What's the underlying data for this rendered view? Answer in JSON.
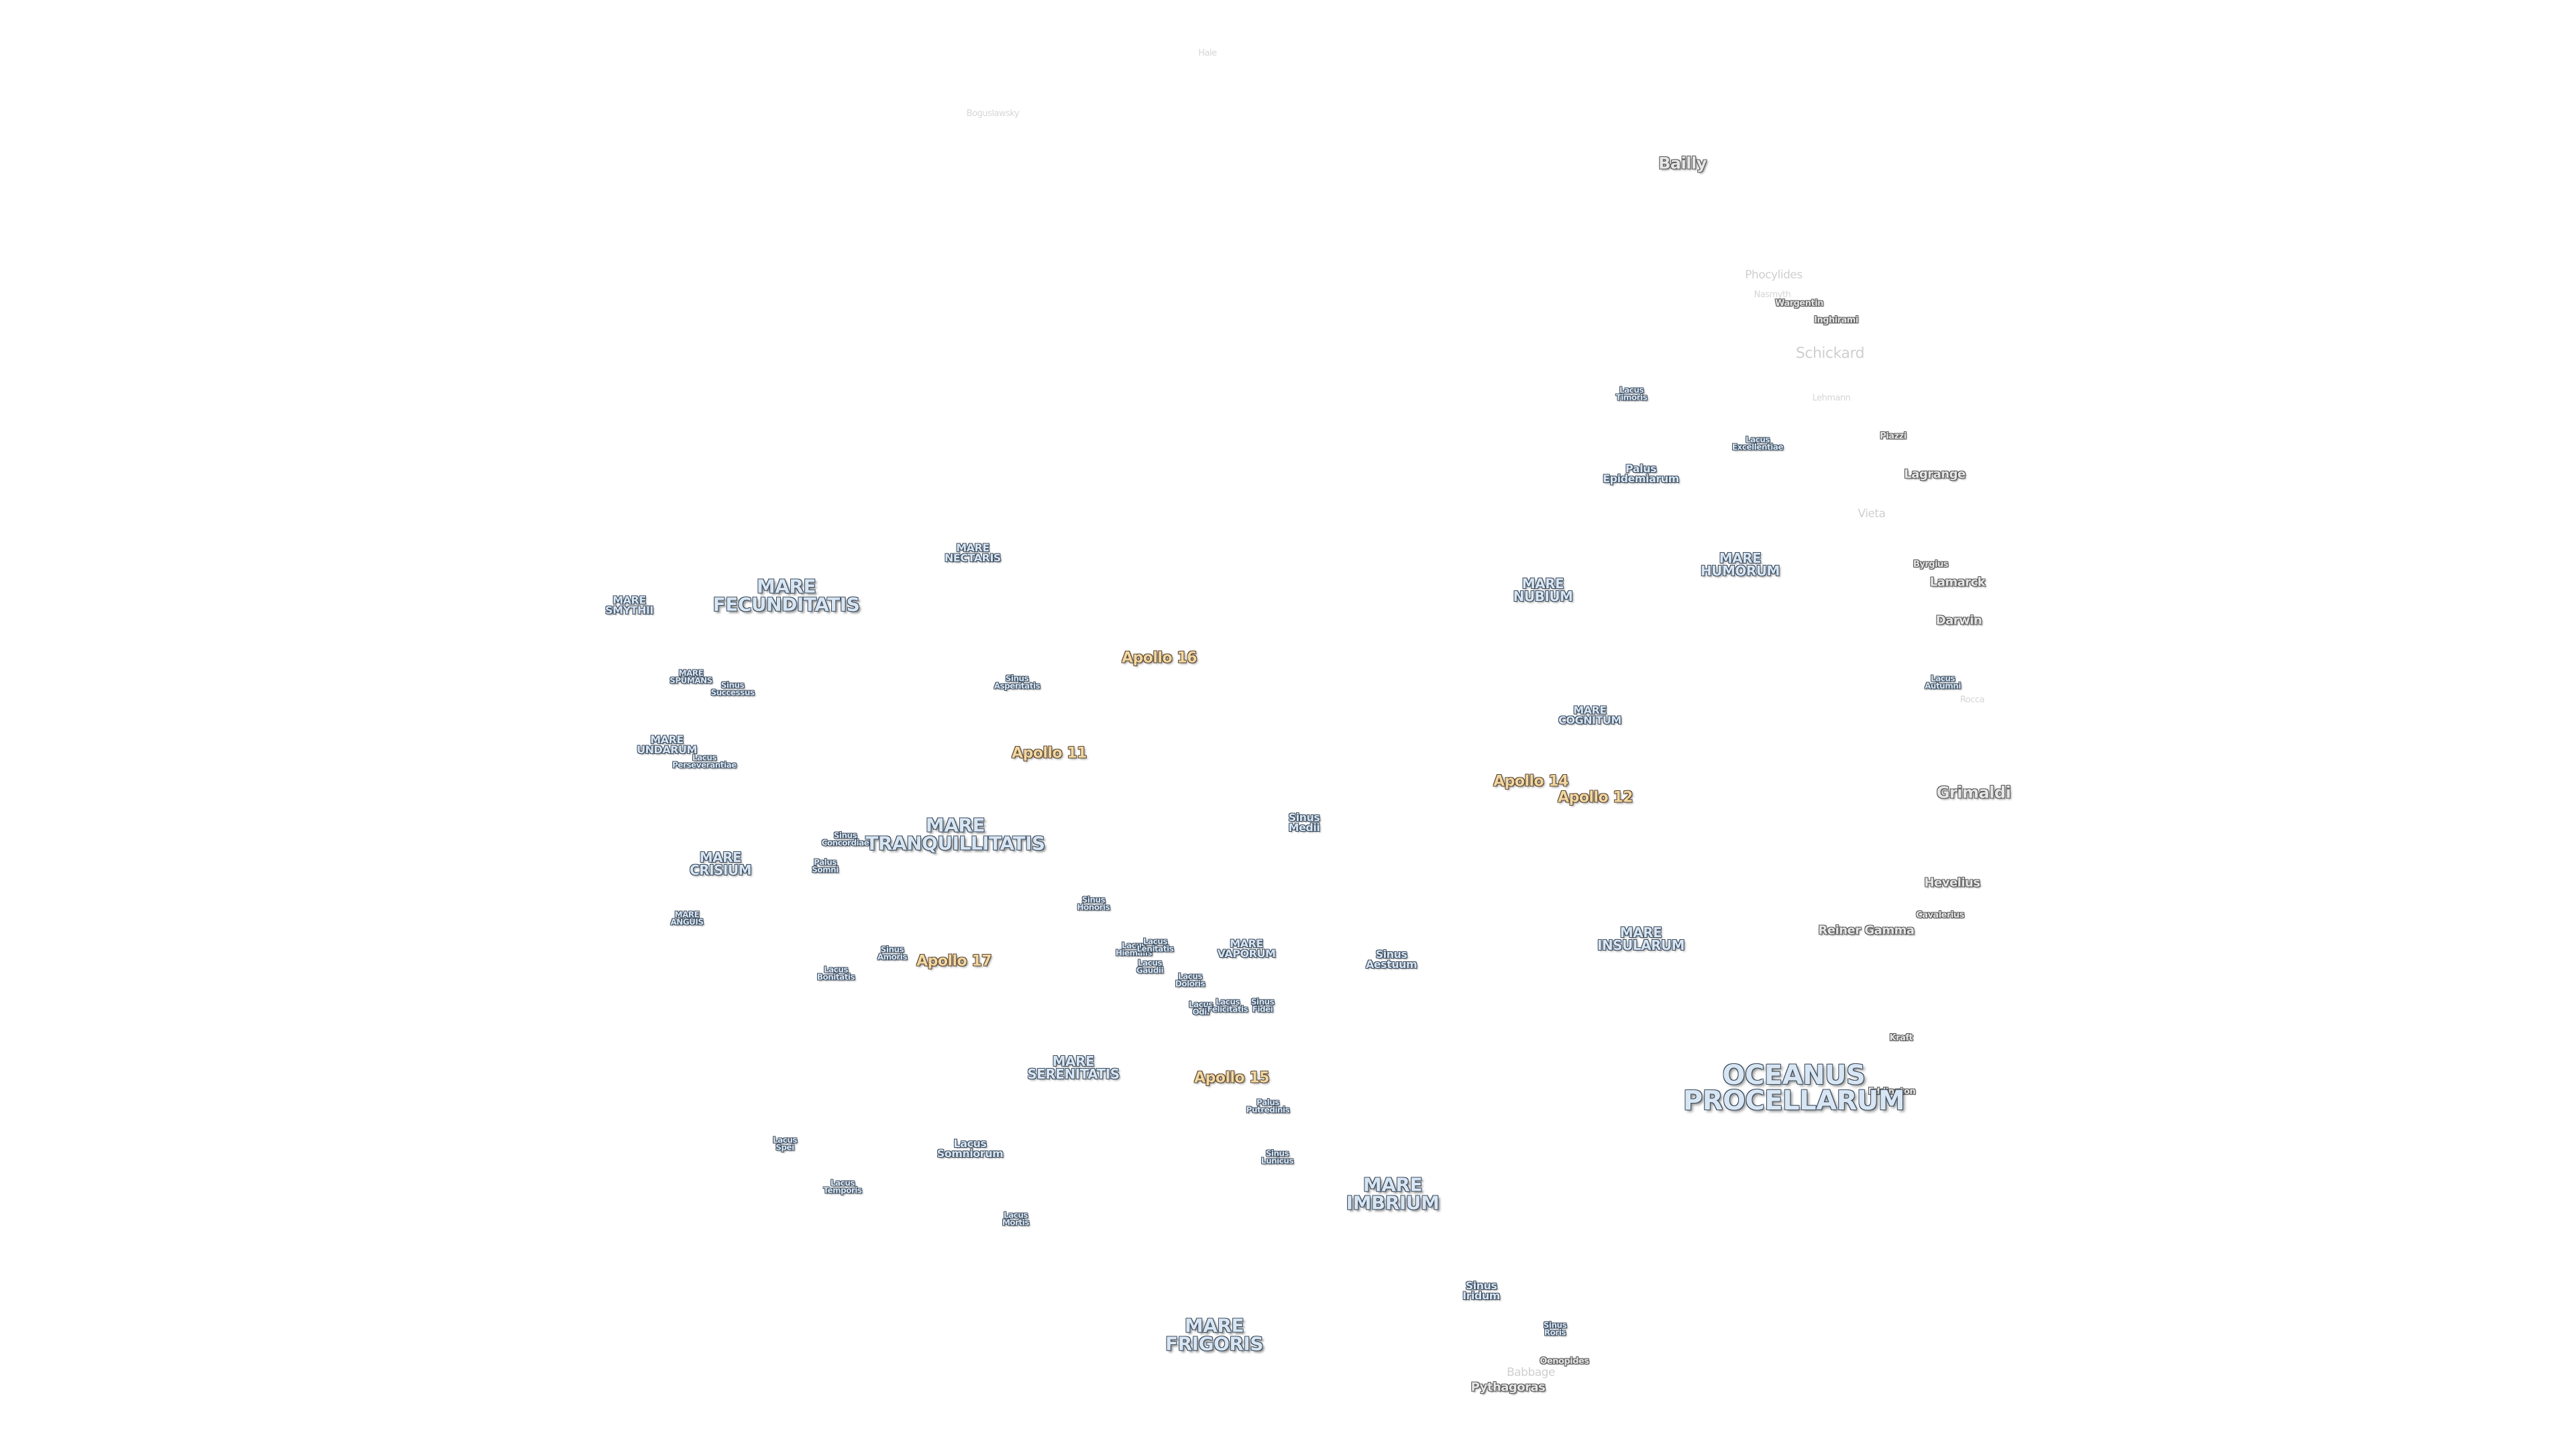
{
  "map": {
    "colors": {
      "background": "#ffffff",
      "mare_fill": "#d8e6f4",
      "mare_outline": "#3a4a5c",
      "crater_fill": "#e6e6e6",
      "apollo_fill": "#f2d7a2"
    },
    "labels": {
      "oceanus_procellarum": "OCEANUS\nPROCELLARUM",
      "mare_tranquillitatis": "MARE\nTRANQUILLITATIS",
      "mare_fecunditatis": "MARE\nFECUNDITATIS",
      "mare_crisium": "MARE\nCRISIUM",
      "mare_serenitatis": "MARE\nSERENITATIS",
      "mare_imbrium": "MARE\nIMBRIUM",
      "mare_frigoris": "MARE\nFRIGORIS",
      "mare_nubium": "MARE\nNUBIUM",
      "mare_humorum": "MARE\nHUMORUM",
      "mare_insularum": "MARE\nINSULARUM",
      "mare_cognitum": "MARE\nCOGNITUM",
      "mare_nectaris": "MARE\nNECTARIS",
      "mare_smythii": "MARE\nSMYTHII",
      "mare_vaporum": "MARE\nVAPORUM",
      "mare_spumans": "MARE\nSPUMANS",
      "mare_undarum": "MARE\nUNDARUM",
      "mare_anguis": "MARE\nANGUIS",
      "lacus_somniorum": "Lacus\nSomniorum",
      "sinus_medii": "Sinus\nMedii",
      "sinus_aestuum": "Sinus\nAestuum",
      "sinus_iridum": "Sinus\nIridum",
      "sinus_roris": "Sinus\nRoris",
      "sinus_asperitatis": "Sinus\nAsperitatis",
      "sinus_successus": "Sinus\nSuccessus",
      "sinus_concordiae": "Sinus\nConcordiae",
      "palus_somni": "Palus\nSomni",
      "sinus_amoris": "Sinus\nAmoris",
      "lacus_bonitatis": "Lacus\nBonitatis",
      "lacus_perseverantiae": "Lacus\nPerseverantiae",
      "sinus_honoris": "Sinus\nHonoris",
      "lacus_hiemalis": "Lacus\nHiemalis",
      "lacus_lenitatis": "Lacus\nLenitatis",
      "lacus_gaudii": "Lacus\nGaudii",
      "lacus_doloris": "Lacus\nDoloris",
      "lacus_odii": "Lacus\nOdii",
      "lacus_felicitatis": "Lacus\nFelicitatis",
      "sinus_fidei": "Sinus\nFidei",
      "palus_putredinis": "Palus\nPutredinis",
      "sinus_lunicus": "Sinus\nLunicus",
      "lacus_spei": "Lacus\nSpei",
      "lacus_temporis": "Lacus\nTemporis",
      "lacus_mortis": "Lacus\nMortis",
      "palus_epidemiarum": "Palus\nEpidemiarum",
      "lacus_excellentiae": "Lacus\nExcellentiae",
      "lacus_timoris": "Lacus\nTimoris",
      "lacus_autumni": "Lacus\nAutumni",
      "apollo_16": "Apollo 16",
      "apollo_11": "Apollo 11",
      "apollo_14": "Apollo 14",
      "apollo_12": "Apollo 12",
      "apollo_17": "Apollo 17",
      "apollo_15": "Apollo 15",
      "bailly": "Bailly",
      "phocylides": "Phocylides",
      "nasmyth": "Nasmyth",
      "wargentin": "Wargentin",
      "inghirami": "Inghirami",
      "schickard": "Schickard",
      "lehmann": "Lehmann",
      "piazzi": "Piazzi",
      "lagrange": "Lagrange",
      "vieta": "Vieta",
      "byrgius": "Byrgius",
      "lamarck": "Lamarck",
      "darwin": "Darwin",
      "rocca": "Rocca",
      "grimaldi": "Grimaldi",
      "hevelius": "Hevelius",
      "cavalerius": "Cavalerius",
      "reiner_gamma": "Reiner Gamma",
      "kraft": "Kraft",
      "eddington": "Eddington",
      "babbage": "Babbage",
      "pythagoras": "Pythagoras",
      "oenopides": "Oenopides",
      "top_faint_1": "Hale",
      "top_faint_2": "Boguslawsky"
    }
  }
}
